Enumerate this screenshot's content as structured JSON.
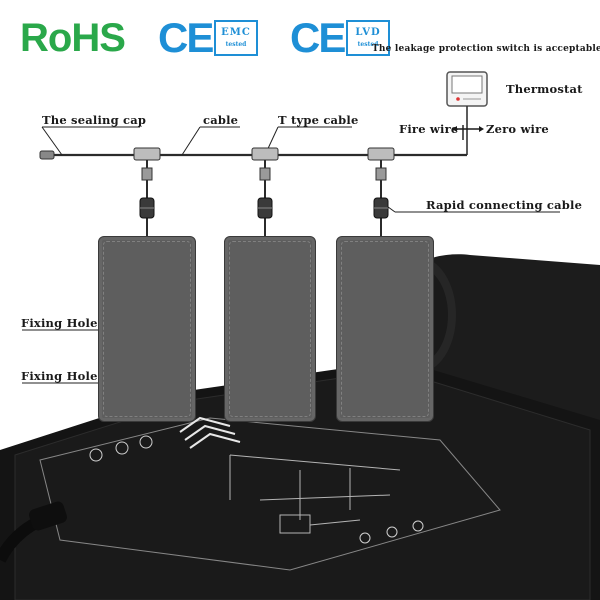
{
  "logos": {
    "rohs": "RoHS",
    "ce_1": "CE",
    "emc_box": "EMC",
    "emc_sub": "tested",
    "ce_2": "CE",
    "lvd_box": "LVD",
    "lvd_sub": "tested"
  },
  "labels": {
    "leakage": "The leakage protection switch is acceptable",
    "thermostat": "Thermostat",
    "sealing_cap": "The sealing cap",
    "cable": "cable",
    "t_type_cable": "T type cable",
    "fire_wire": "Fire wire",
    "zero_wire": "Zero wire",
    "rapid_connecting_cable": "Rapid connecting cable",
    "fixing_hole_1": "Fixing Hole",
    "fixing_hole_2": "Fixing Hole"
  },
  "colors": {
    "rohs_green": "#2aa84a",
    "ce_blue": "#1e8fd6",
    "heater_gray": "#5e5e5e",
    "mat_black": "#141414"
  }
}
